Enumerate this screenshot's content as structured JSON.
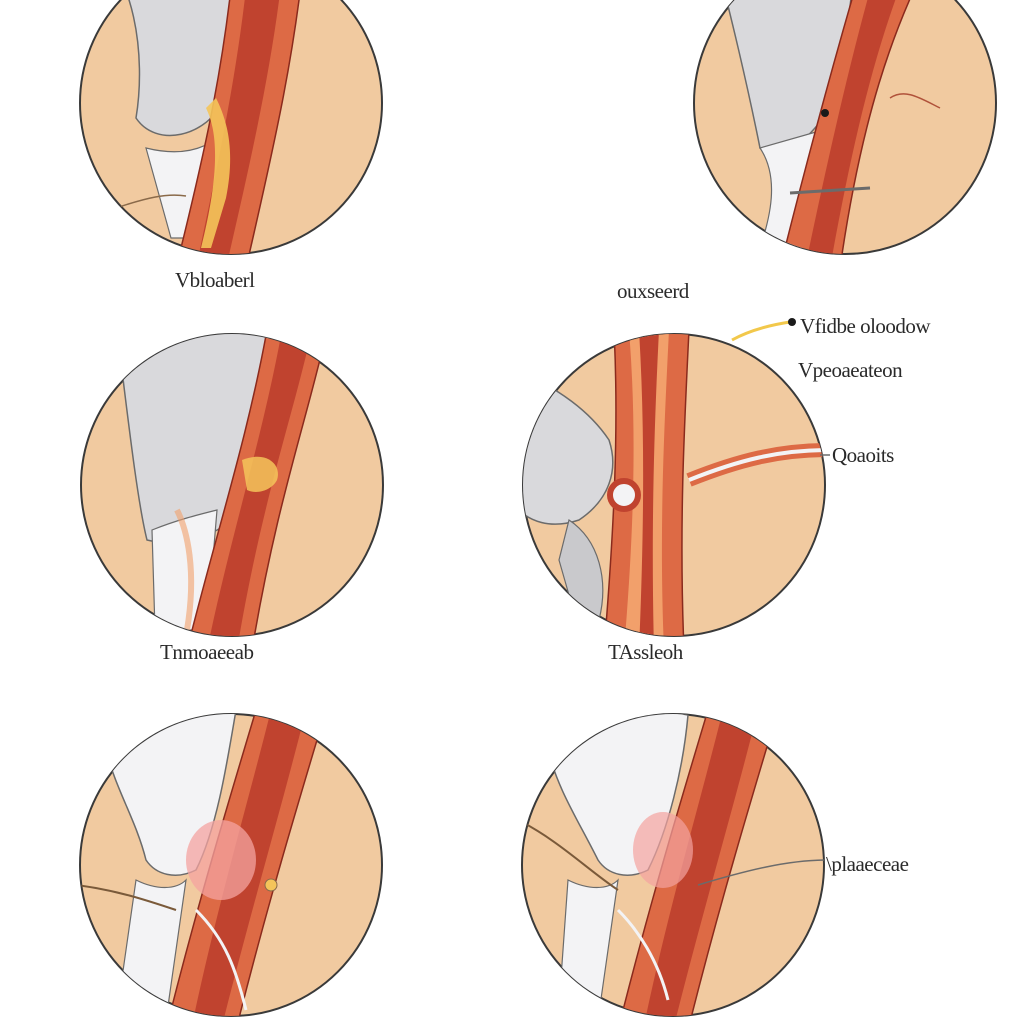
{
  "colors": {
    "skin": "#f1caa0",
    "outline": "#3a3a3a",
    "bone": "#d9d9dc",
    "bone_light": "#f3f3f5",
    "muscle_dark": "#c0432f",
    "muscle_mid": "#dd6a45",
    "muscle_light": "#f2a06b",
    "tendon": "#f4c45a",
    "leader": "#f2c84b"
  },
  "icons": [
    "anatomy-illustration"
  ],
  "panels": [
    {
      "id": "top-left",
      "label": "Vbloaberl"
    },
    {
      "id": "top-right",
      "label": "ouxseerd"
    },
    {
      "id": "middle-left",
      "label": "Tnmoaeeab"
    },
    {
      "id": "middle-right",
      "label": "TAssleoh"
    },
    {
      "id": "bottom-left",
      "label": ""
    },
    {
      "id": "bottom-right",
      "label": ""
    }
  ],
  "callouts": {
    "top_right_1": "Vfidbe oloodow",
    "top_right_2": "Vpeoaeateon",
    "middle_right_1": "Qoaoits",
    "bottom_right_1": "\\plaaeceae"
  }
}
